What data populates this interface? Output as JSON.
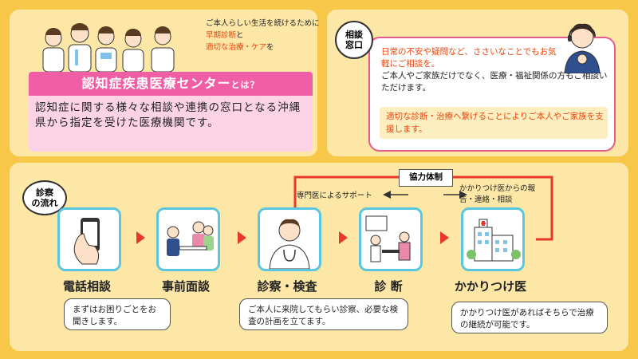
{
  "about": {
    "note_part1": "ご本人らしい生活を続けるために",
    "note_hl1": "早期診断",
    "note_part2": "と",
    "note_hl2": "適切な治療・ケア",
    "note_part3": "を",
    "title_main": "認知症疾患医療センター",
    "title_suffix": "とは？",
    "description": "認知症に関する様々な相談や連携の窓口となる沖縄県から指定を受けた医療機関です。"
  },
  "consult": {
    "tag_line1": "相談",
    "tag_line2": "窓口",
    "line1": "日常の不安や疑問など、ささいなことでもお気軽にご相談を。",
    "line2": "ご本人やご家族だけでなく、医療・福祉関係の方もご相談いただけます。",
    "highlight": "適切な診断・治療へ繋げることによりご本人やご家族を支援します。"
  },
  "flow": {
    "tag_line1": "診察",
    "tag_line2": "の流れ",
    "coop_label": "協力体制",
    "support_label": "専門医によるサポート",
    "report_label": "かかりつけ医からの報告・連絡・相談",
    "steps": [
      {
        "label": "電話相談",
        "icon": "phone-icon"
      },
      {
        "label": "事前面談",
        "icon": "interview-icon"
      },
      {
        "label": "診察・検査",
        "icon": "doctor-icon"
      },
      {
        "label": "診 断",
        "icon": "diagnosis-icon"
      },
      {
        "label": "かかりつけ医",
        "icon": "hospital-icon"
      }
    ],
    "bubble1": "まずはお困りごとをお聞きします。",
    "bubble2": "ご本人に来院してもらい診察、必要な検査の計画を立てます。",
    "bubble3": "かかりつけ医があればそちらで治療の継続が可能です。"
  },
  "colors": {
    "background": "#f7c74a",
    "panel": "#fde7a6",
    "pink": "#f05fa6",
    "accent_red": "#e8460f",
    "card_border": "#5ac6e0",
    "arrow": "#e8382b"
  }
}
